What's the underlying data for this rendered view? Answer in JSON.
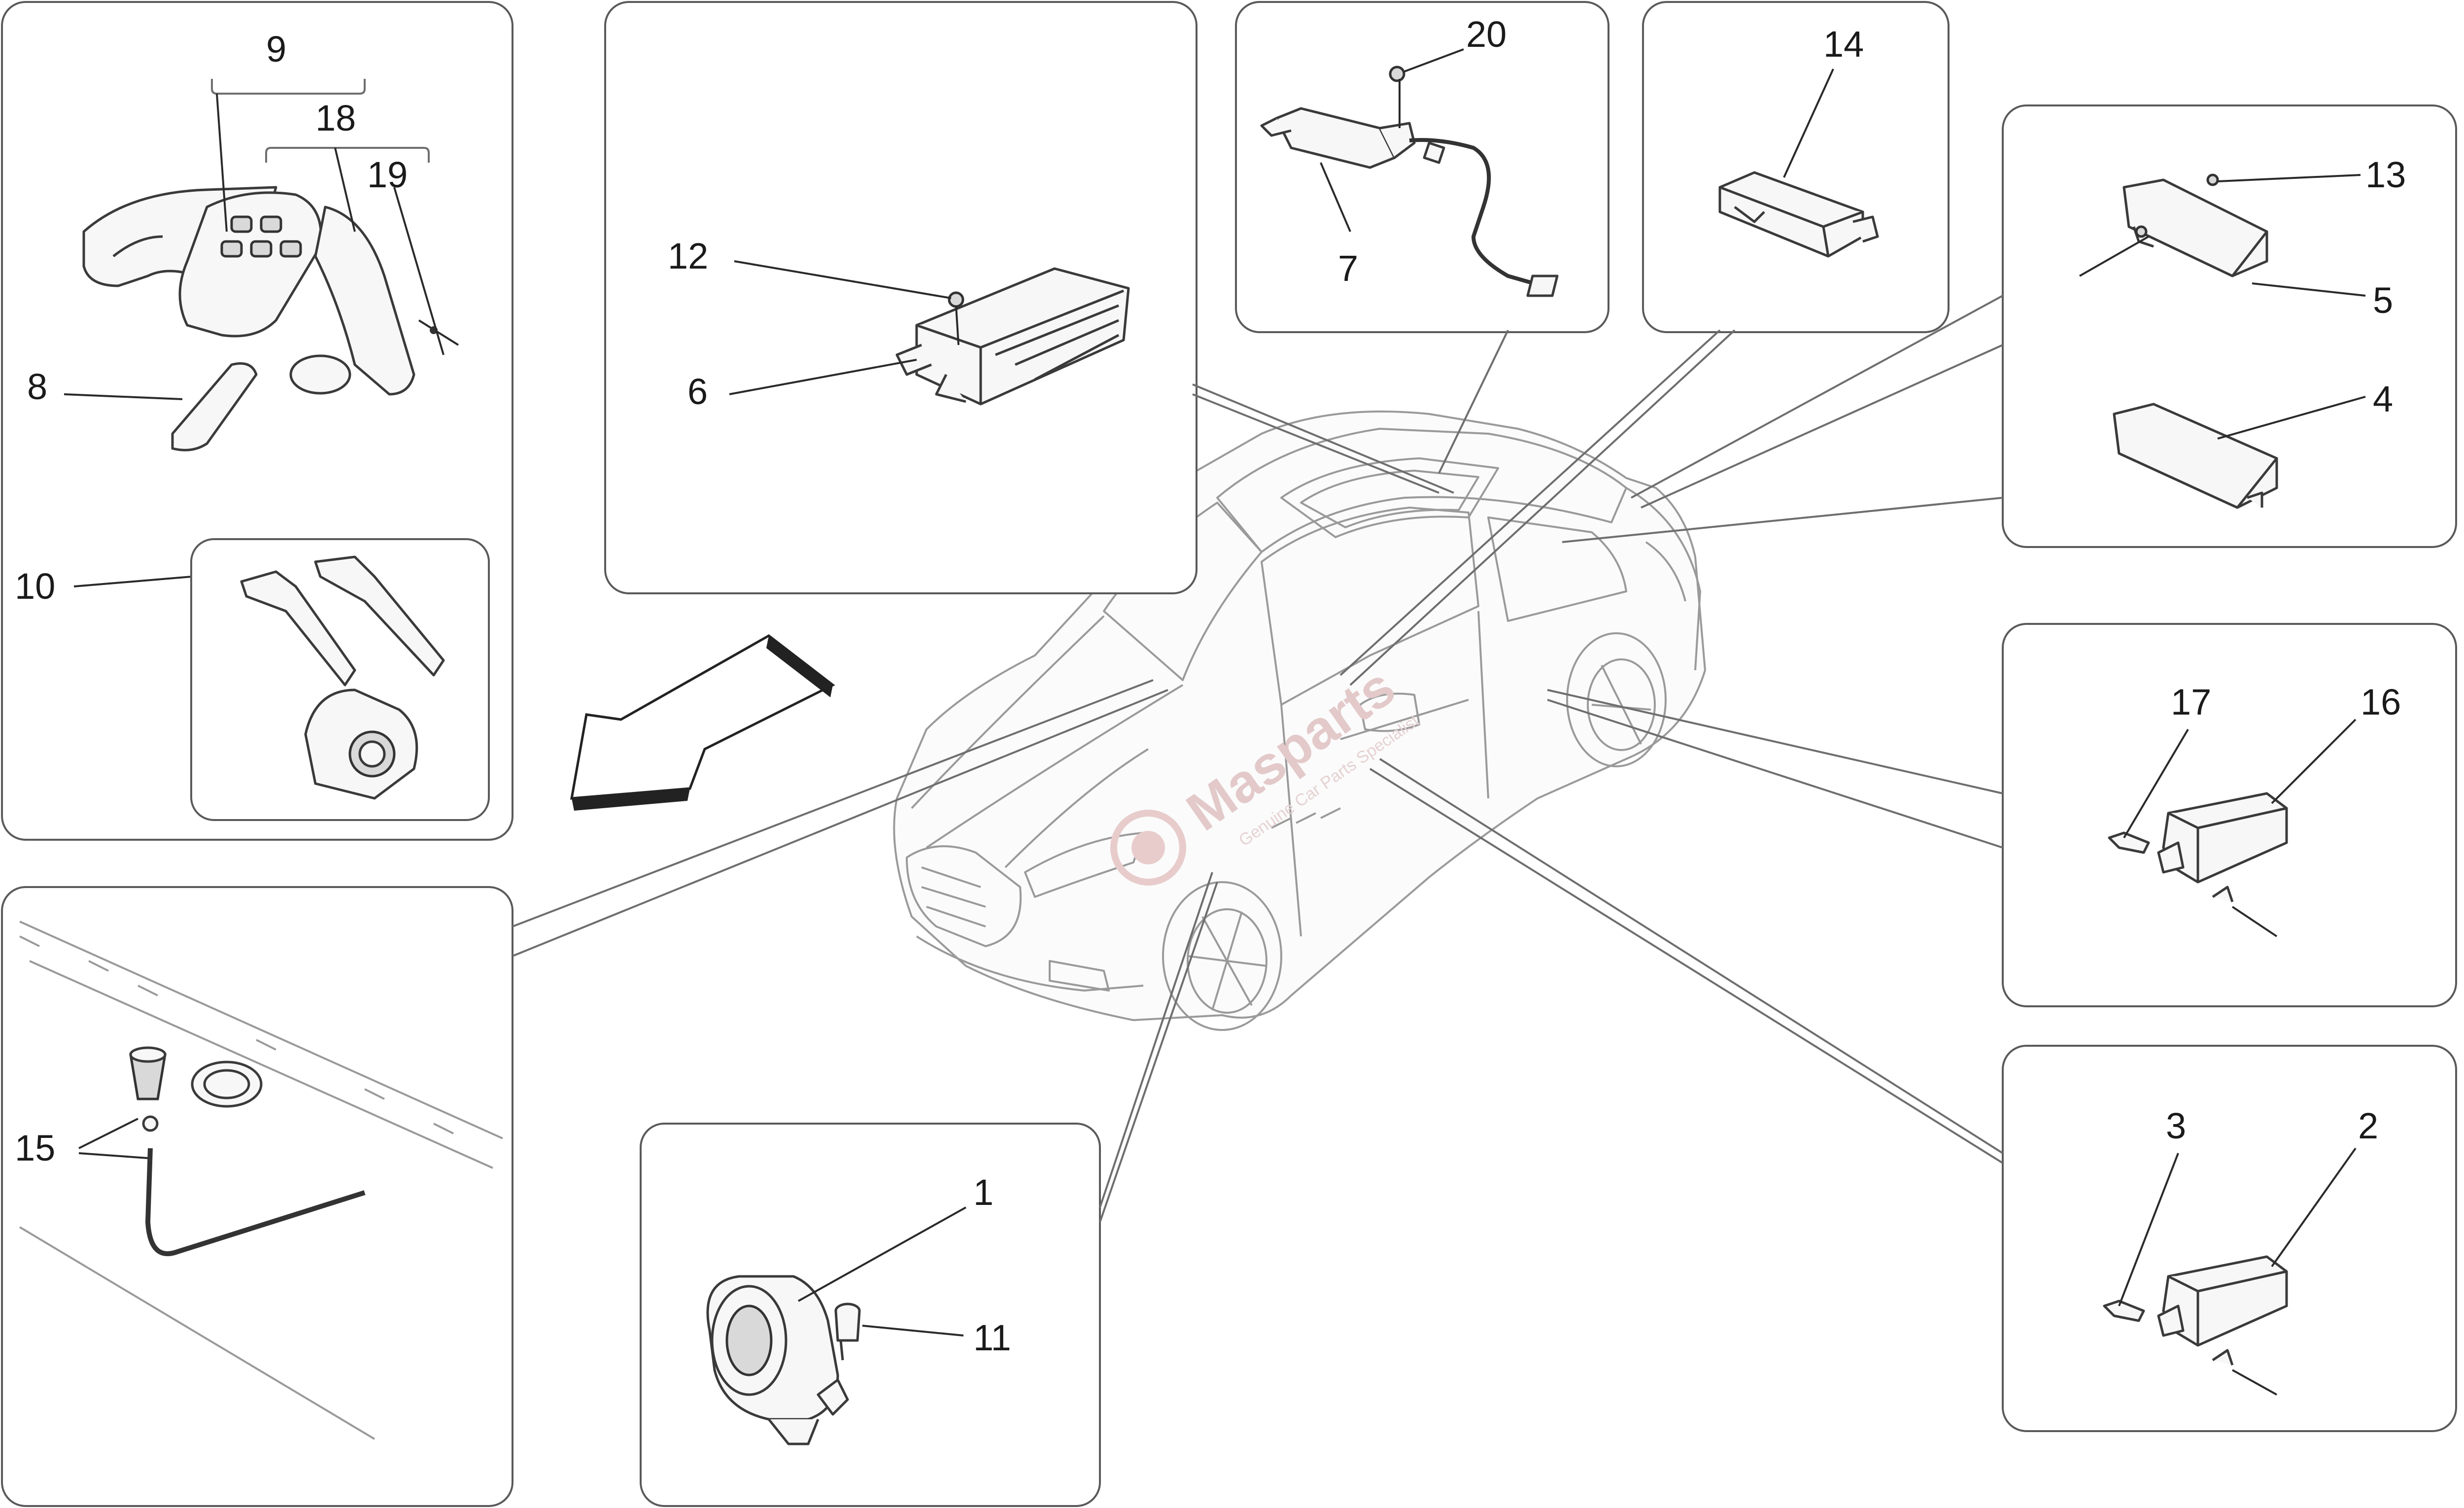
{
  "diagram": {
    "callouts": {
      "c1": "1",
      "c2": "2",
      "c3": "3",
      "c4": "4",
      "c5": "5",
      "c6": "6",
      "c7": "7",
      "c8": "8",
      "c9": "9",
      "c10": "10",
      "c11": "11",
      "c12": "12",
      "c13": "13",
      "c14": "14",
      "c15": "15",
      "c16": "16",
      "c17": "17",
      "c18": "18",
      "c19": "19",
      "c20": "20"
    }
  },
  "watermark": {
    "brand": "Masparts",
    "tagline": "Genuine Car Parts Specialist"
  },
  "colors": {
    "watermark": "#e3c9c9",
    "line": "#2a2a2a",
    "panel_border": "#5a5a5a"
  }
}
